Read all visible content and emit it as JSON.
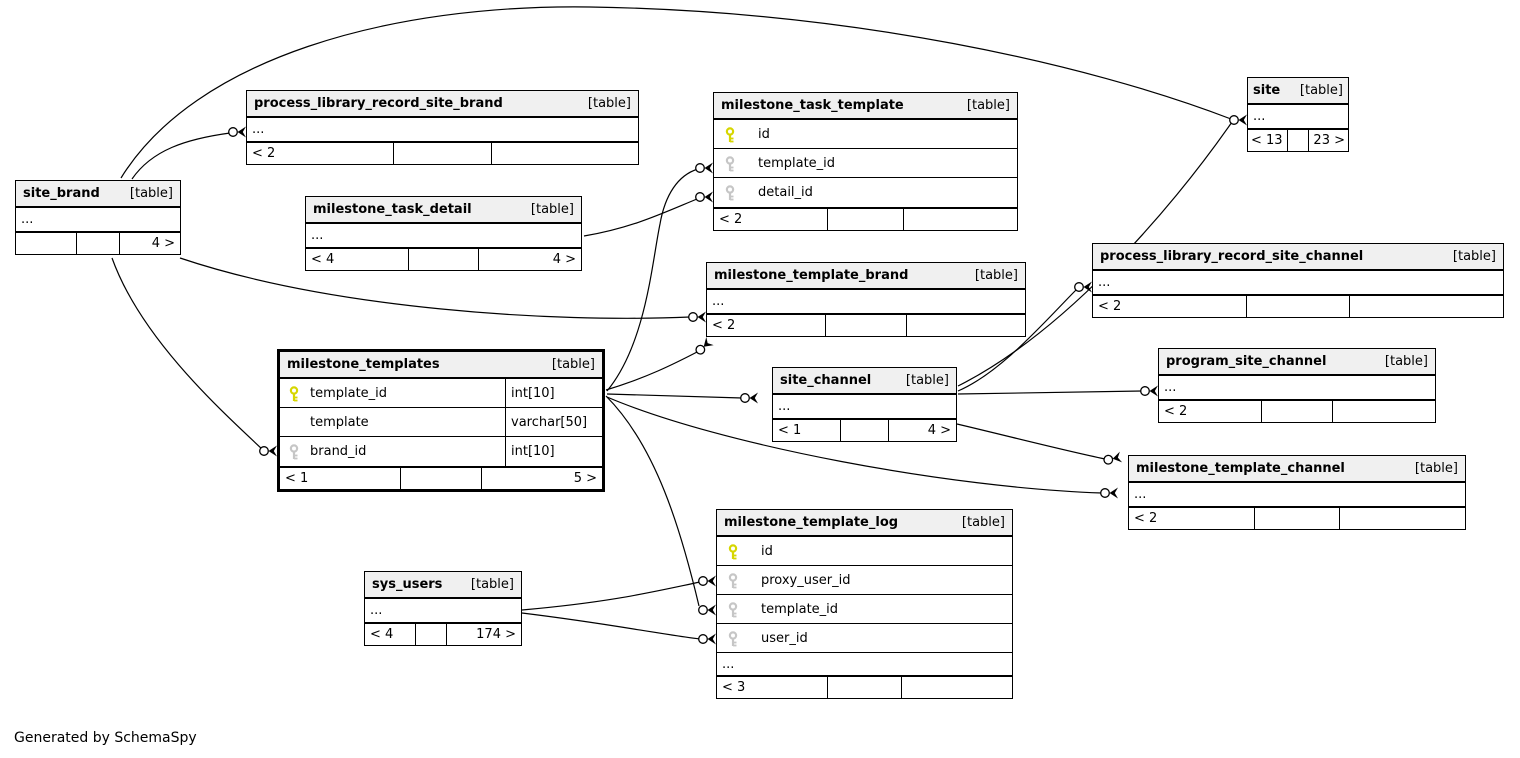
{
  "diagram": {
    "generated_by": "Generated by SchemaSpy",
    "colors": {
      "primary_key_color": "#d6d600",
      "foreign_key_color": "#c6c6c6",
      "header_bg": "#f0f0f0",
      "border": "#000000"
    }
  },
  "tables": [
    {
      "name": "process_library_record_site_brand",
      "tag": "[table]",
      "ellipsis": "...",
      "footer": [
        "< 2",
        "",
        ""
      ]
    },
    {
      "name": "site_brand",
      "tag": "[table]",
      "ellipsis": "...",
      "footer": [
        "",
        "",
        "4 >"
      ]
    },
    {
      "name": "milestone_task_detail",
      "tag": "[table]",
      "ellipsis": "...",
      "footer": [
        "< 4",
        "",
        "4 >"
      ]
    },
    {
      "name": "milestone_task_template",
      "tag": "[table]",
      "columns": [
        {
          "key": "primary",
          "name": "id"
        },
        {
          "key": "foreign",
          "name": "template_id"
        },
        {
          "key": "foreign",
          "name": "detail_id"
        }
      ],
      "footer": [
        "< 2",
        "",
        ""
      ]
    },
    {
      "name": "site",
      "tag": "[table]",
      "ellipsis": "...",
      "footer": [
        "< 13",
        "",
        "23 >"
      ]
    },
    {
      "name": "process_library_record_site_channel",
      "tag": "[table]",
      "ellipsis": "...",
      "footer": [
        "< 2",
        "",
        ""
      ]
    },
    {
      "name": "milestone_template_brand",
      "tag": "[table]",
      "ellipsis": "...",
      "footer": [
        "< 2",
        "",
        ""
      ]
    },
    {
      "name": "program_site_channel",
      "tag": "[table]",
      "ellipsis": "...",
      "footer": [
        "< 2",
        "",
        ""
      ]
    },
    {
      "name": "site_channel",
      "tag": "[table]",
      "ellipsis": "...",
      "footer": [
        "< 1",
        "",
        "4 >"
      ]
    },
    {
      "name": "milestone_templates",
      "tag": "[table]",
      "columns": [
        {
          "key": "primary",
          "name": "template_id",
          "type": "int[10]"
        },
        {
          "key": "none",
          "name": "template",
          "type": "varchar[50]"
        },
        {
          "key": "foreign",
          "name": "brand_id",
          "type": "int[10]"
        }
      ],
      "footer": [
        "< 1",
        "",
        "5 >"
      ]
    },
    {
      "name": "milestone_template_channel",
      "tag": "[table]",
      "ellipsis": "...",
      "footer": [
        "< 2",
        "",
        ""
      ]
    },
    {
      "name": "sys_users",
      "tag": "[table]",
      "ellipsis": "...",
      "footer": [
        "< 4",
        "",
        "174 >"
      ]
    },
    {
      "name": "milestone_template_log",
      "tag": "[table]",
      "columns": [
        {
          "key": "primary",
          "name": "id"
        },
        {
          "key": "foreign",
          "name": "proxy_user_id"
        },
        {
          "key": "foreign",
          "name": "template_id"
        },
        {
          "key": "foreign",
          "name": "user_id"
        }
      ],
      "ellipsis": "...",
      "footer": [
        "< 3",
        "",
        ""
      ]
    }
  ]
}
